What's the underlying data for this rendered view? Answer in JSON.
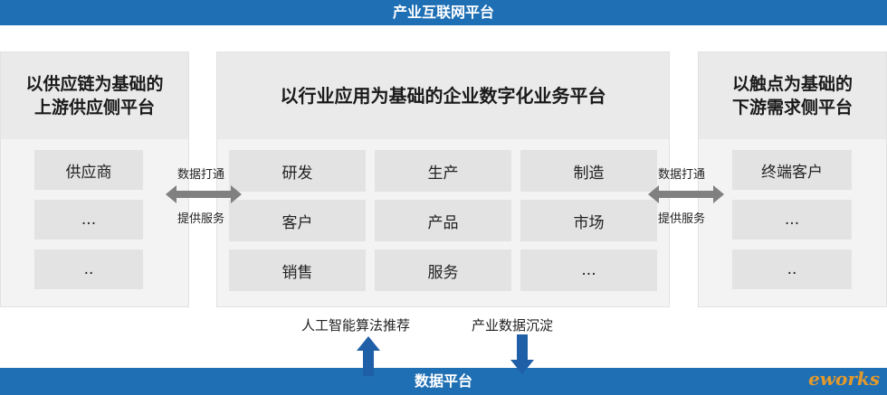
{
  "top_bar": {
    "title": "产业互联网平台"
  },
  "bottom_bar": {
    "title": "数据平台"
  },
  "left_panel": {
    "title_line1": "以供应链为基础的",
    "title_line2": "上游供应侧平台",
    "items": [
      "供应商",
      "...",
      ".."
    ]
  },
  "center_panel": {
    "title": "以行业应用为基础的企业数字化业务平台",
    "grid": [
      [
        "研发",
        "生产",
        "制造"
      ],
      [
        "客户",
        "产品",
        "市场"
      ],
      [
        "销售",
        "服务",
        "..."
      ]
    ]
  },
  "right_panel": {
    "title_line1": "以触点为基础的",
    "title_line2": "下游需求侧平台",
    "items": [
      "终端客户",
      "...",
      ".."
    ]
  },
  "left_connector": {
    "top": "数据打通",
    "bottom": "提供服务"
  },
  "right_connector": {
    "top": "数据打通",
    "bottom": "提供服务"
  },
  "flows": {
    "up_label": "人工智能算法推荐",
    "down_label": "产业数据沉淀"
  },
  "logo": {
    "text": "eworks"
  },
  "colors": {
    "bar": "#1f6fb5",
    "arrow_blue": "#1f5fa8",
    "arrow_gray": "#808080"
  }
}
